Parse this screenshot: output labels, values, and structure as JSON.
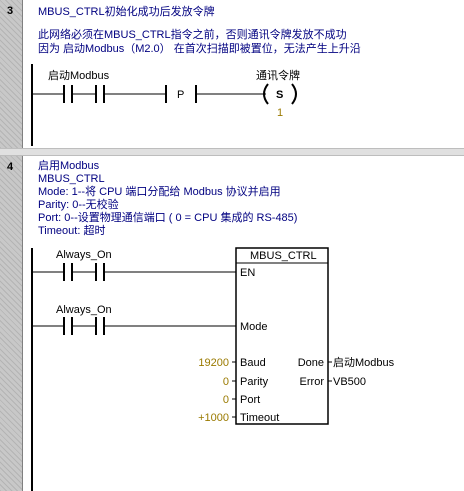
{
  "network3": {
    "number": "3",
    "title": "MBUS_CTRL初始化成功后发放令牌",
    "comment_line1": "此网络必须在MBUS_CTRL指令之前，否则通讯令牌发放不成功",
    "comment_line2": "因为 启动Modbus（M2.0） 在首次扫描即被置位，无法产生上升沿",
    "contact_label": "启动Modbus",
    "coil_label": "通讯令牌",
    "coil_type": "S",
    "coil_count": "1",
    "edge_label": "P"
  },
  "network4": {
    "number": "4",
    "comment_lines": [
      "启用Modbus",
      "MBUS_CTRL",
      "Mode:    1--将 CPU 端口分配给 Modbus 协议并启用",
      "Parity:   0--无校验",
      "Port:     0--设置物理通信端口 ( 0 = CPU 集成的 RS-485)",
      "Timeout:  超时"
    ],
    "contact1_label": "Always_On",
    "contact2_label": "Always_On",
    "box_title": "MBUS_CTRL",
    "inputs": [
      {
        "pin": "EN",
        "value": ""
      },
      {
        "pin": "Mode",
        "value": ""
      },
      {
        "pin": "Baud",
        "value": "19200"
      },
      {
        "pin": "Parity",
        "value": "0"
      },
      {
        "pin": "Port",
        "value": "0"
      },
      {
        "pin": "Timeout",
        "value": "+1000"
      }
    ],
    "outputs": [
      {
        "pin": "Done",
        "value": "启动Modbus"
      },
      {
        "pin": "Error",
        "value": "VB500"
      }
    ]
  }
}
